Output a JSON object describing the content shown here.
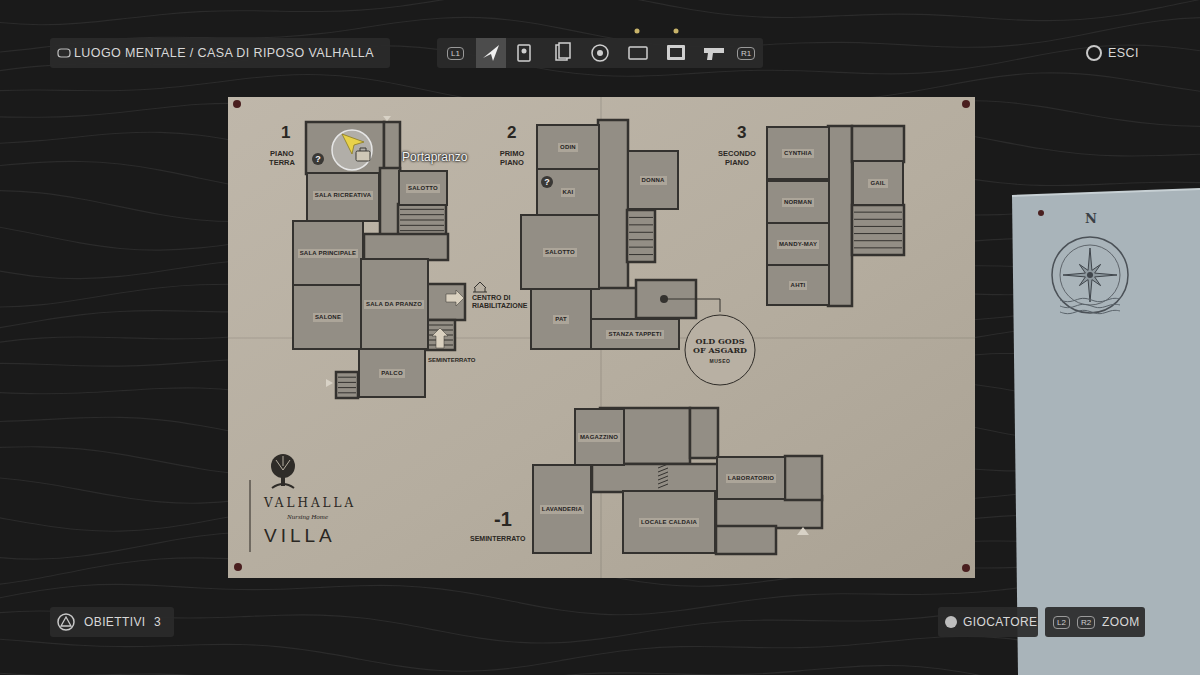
{
  "diagram": {
    "nodes": [
      {
        "text": [
          "SALA RICREATIVA"
        ]
      },
      {
        "text": [
          "SALOTTO"
        ]
      },
      {
        "text": [
          "SALA PRINCIPALE"
        ]
      },
      {
        "text": [
          "SALONE"
        ]
      },
      {
        "text": [
          "SALA DA PRANZO"
        ]
      },
      {
        "text": [
          "PALCO"
        ]
      },
      {
        "text": [
          "ODIN"
        ]
      },
      {
        "text": [
          "KAI"
        ]
      },
      {
        "text": [
          "DONNA"
        ]
      },
      {
        "text": [
          "SALOTTO"
        ]
      },
      {
        "text": [
          "PAT"
        ]
      },
      {
        "text": [
          "STANZA TAPPETI"
        ]
      },
      {
        "text": [
          "OLD GODS OF ASGARD",
          "MUSEO"
        ]
      },
      {
        "text": [
          "CYNTHIA"
        ]
      },
      {
        "text": [
          "GAIL"
        ]
      },
      {
        "text": [
          "NORMAN"
        ]
      },
      {
        "text": [
          "MANDY-MAY"
        ]
      },
      {
        "text": [
          "AHTI"
        ]
      },
      {
        "text": [
          "MAGAZZINO"
        ]
      },
      {
        "text": [
          "LAVANDERIA"
        ]
      },
      {
        "text": [
          "LABORATORIO"
        ]
      },
      {
        "text": [
          "LOCALE CALDAIA"
        ]
      }
    ],
    "labels": [
      "LUOGO MENTALE / CASA DI RIPOSO VALHALLA",
      "L1",
      "R1",
      "ESCI",
      "1",
      "PIANO TERRA",
      "?",
      "Portapranzo",
      "CENTRO DI RIABILITAZIONE",
      "SEMINTERRATO",
      "2",
      "PRIMO PIANO",
      "?",
      "3",
      "SECONDO PIANO",
      "-1",
      "SEMINTERRATO",
      "VALHALLA",
      "Nursing Home",
      "VILLA",
      "N",
      "OBIETTIVI",
      "3",
      "GIOCATORE",
      "L2",
      "R2",
      "ZOOM"
    ]
  }
}
